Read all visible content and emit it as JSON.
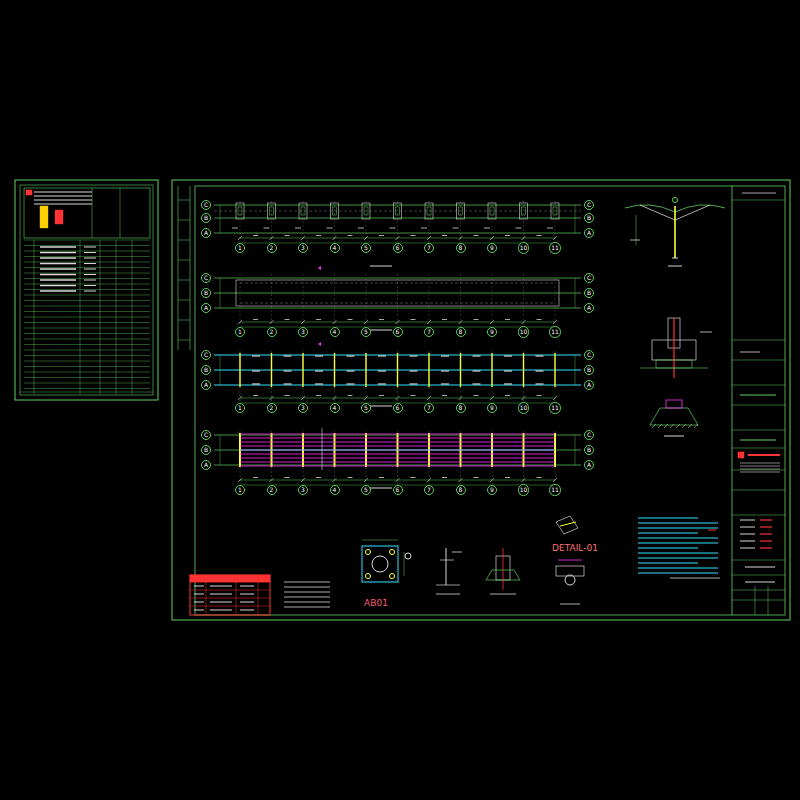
{
  "diagram": {
    "nodes": [
      {
        "text": [
          "C"
        ]
      },
      {
        "text": [
          "B"
        ]
      },
      {
        "text": [
          "A"
        ]
      },
      {
        "text": [
          "C"
        ]
      },
      {
        "text": [
          "B"
        ]
      },
      {
        "text": [
          "A"
        ]
      },
      {
        "text": [
          "1"
        ]
      },
      {
        "text": [
          "2"
        ]
      },
      {
        "text": [
          "3"
        ]
      },
      {
        "text": [
          "4"
        ]
      },
      {
        "text": [
          "5"
        ]
      },
      {
        "text": [
          "6"
        ]
      },
      {
        "text": [
          "7"
        ]
      },
      {
        "text": [
          "8"
        ]
      },
      {
        "text": [
          "9"
        ]
      },
      {
        "text": [
          "10"
        ]
      },
      {
        "text": [
          "11"
        ]
      },
      {
        "text": [
          "C"
        ]
      },
      {
        "text": [
          "B"
        ]
      },
      {
        "text": [
          "A"
        ]
      },
      {
        "text": [
          "C"
        ]
      },
      {
        "text": [
          "B"
        ]
      },
      {
        "text": [
          "A"
        ]
      },
      {
        "text": [
          "1"
        ]
      },
      {
        "text": [
          "2"
        ]
      },
      {
        "text": [
          "3"
        ]
      },
      {
        "text": [
          "4"
        ]
      },
      {
        "text": [
          "5"
        ]
      },
      {
        "text": [
          "6"
        ]
      },
      {
        "text": [
          "7"
        ]
      },
      {
        "text": [
          "8"
        ]
      },
      {
        "text": [
          "9"
        ]
      },
      {
        "text": [
          "10"
        ]
      },
      {
        "text": [
          "11"
        ]
      },
      {
        "text": [
          "C"
        ]
      },
      {
        "text": [
          "B"
        ]
      },
      {
        "text": [
          "A"
        ]
      },
      {
        "text": [
          "C"
        ]
      },
      {
        "text": [
          "B"
        ]
      },
      {
        "text": [
          "A"
        ]
      },
      {
        "text": [
          "1"
        ]
      },
      {
        "text": [
          "2"
        ]
      },
      {
        "text": [
          "3"
        ]
      },
      {
        "text": [
          "4"
        ]
      },
      {
        "text": [
          "5"
        ]
      },
      {
        "text": [
          "6"
        ]
      },
      {
        "text": [
          "7"
        ]
      },
      {
        "text": [
          "8"
        ]
      },
      {
        "text": [
          "9"
        ]
      },
      {
        "text": [
          "10"
        ]
      },
      {
        "text": [
          "11"
        ]
      },
      {
        "text": [
          "C"
        ]
      },
      {
        "text": [
          "B"
        ]
      },
      {
        "text": [
          "A"
        ]
      },
      {
        "text": [
          "C"
        ]
      },
      {
        "text": [
          "B"
        ]
      },
      {
        "text": [
          "A"
        ]
      },
      {
        "text": [
          "1"
        ]
      },
      {
        "text": [
          "2"
        ]
      },
      {
        "text": [
          "3"
        ]
      },
      {
        "text": [
          "4"
        ]
      },
      {
        "text": [
          "5"
        ]
      },
      {
        "text": [
          "6"
        ]
      },
      {
        "text": [
          "7"
        ]
      },
      {
        "text": [
          "8"
        ]
      },
      {
        "text": [
          "9"
        ]
      },
      {
        "text": [
          "10"
        ]
      },
      {
        "text": [
          "11"
        ]
      }
    ],
    "labels": [
      "DETAIL-01",
      "AB01"
    ]
  }
}
